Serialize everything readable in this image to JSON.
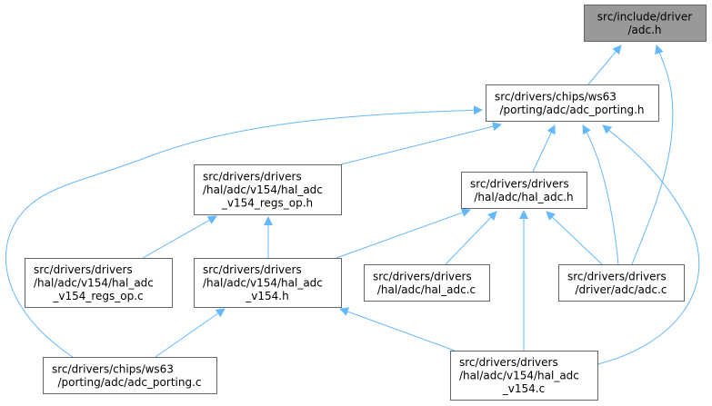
{
  "nodes": {
    "adc_h": {
      "lines": [
        "src/include/driver",
        "/adc.h"
      ],
      "highlighted": true
    },
    "adc_porting_h": {
      "lines": [
        "src/drivers/chips/ws63",
        "/porting/adc/adc_porting.h"
      ]
    },
    "regs_op_h": {
      "lines": [
        "src/drivers/drivers",
        "/hal/adc/v154/hal_adc",
        "_v154_regs_op.h"
      ]
    },
    "hal_adc_h": {
      "lines": [
        "src/drivers/drivers",
        "/hal/adc/hal_adc.h"
      ]
    },
    "regs_op_c": {
      "lines": [
        "src/drivers/drivers",
        "/hal/adc/v154/hal_adc",
        "_v154_regs_op.c"
      ]
    },
    "v154_h": {
      "lines": [
        "src/drivers/drivers",
        "/hal/adc/v154/hal_adc",
        "_v154.h"
      ]
    },
    "hal_adc_c": {
      "lines": [
        "src/drivers/drivers",
        "/hal/adc/hal_adc.c"
      ]
    },
    "adc_c": {
      "lines": [
        "src/drivers/drivers",
        "/driver/adc/adc.c"
      ]
    },
    "adc_porting_c": {
      "lines": [
        "src/drivers/chips/ws63",
        "/porting/adc/adc_porting.c"
      ]
    },
    "v154_c": {
      "lines": [
        "src/drivers/drivers",
        "/hal/adc/v154/hal_adc",
        "_v154.c"
      ]
    }
  },
  "edges": [
    {
      "from": "adc_porting_h",
      "to": "adc_h"
    },
    {
      "from": "adc_c",
      "to": "adc_h"
    },
    {
      "from": "hal_adc_h",
      "to": "adc_porting_h"
    },
    {
      "from": "adc_c",
      "to": "adc_porting_h"
    },
    {
      "from": "v154_c",
      "to": "adc_porting_h"
    },
    {
      "from": "regs_op_h",
      "to": "adc_porting_h"
    },
    {
      "from": "adc_porting_c",
      "to": "adc_porting_h"
    },
    {
      "from": "regs_op_c",
      "to": "regs_op_h"
    },
    {
      "from": "v154_h",
      "to": "regs_op_h"
    },
    {
      "from": "v154_h",
      "to": "hal_adc_h"
    },
    {
      "from": "hal_adc_c",
      "to": "hal_adc_h"
    },
    {
      "from": "v154_c",
      "to": "hal_adc_h"
    },
    {
      "from": "adc_c",
      "to": "hal_adc_h"
    },
    {
      "from": "adc_porting_c",
      "to": "v154_h"
    },
    {
      "from": "v154_c",
      "to": "v154_h"
    }
  ],
  "colors": {
    "edge": "#63b8ff",
    "root_fill": "#999999",
    "border": "#666666"
  }
}
